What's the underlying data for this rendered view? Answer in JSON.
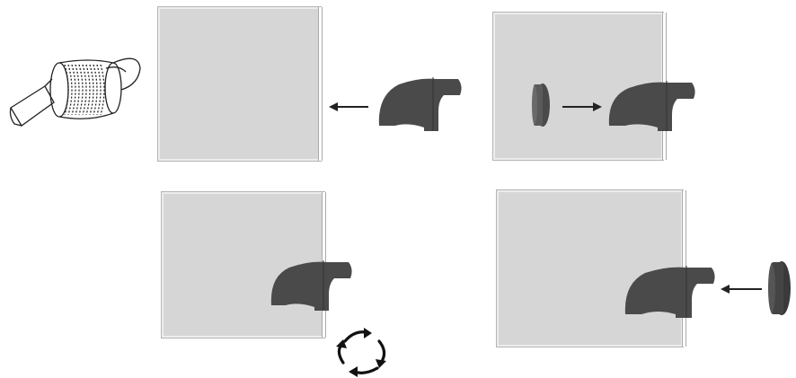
{
  "diagram": {
    "background_color": "#ffffff",
    "panel_color": "#d6d6d6",
    "part_color": "#4a4a4a",
    "arrow_color": "#222222",
    "steps": [
      {
        "step": "screen-assembly",
        "icon": "mesh-screen-icon"
      },
      {
        "step": "attach-outlet-to-housing",
        "icon": "outlet-cover-icon",
        "arrow": "left"
      },
      {
        "step": "insert-seal-into-outlet",
        "icon": "silicone-seal-icon",
        "arrow": "right"
      },
      {
        "step": "rotate-to-lock",
        "icon": "rotate-arrows-icon"
      },
      {
        "step": "fit-cap-onto-outlet",
        "icon": "cap-icon",
        "arrow": "left"
      }
    ]
  }
}
